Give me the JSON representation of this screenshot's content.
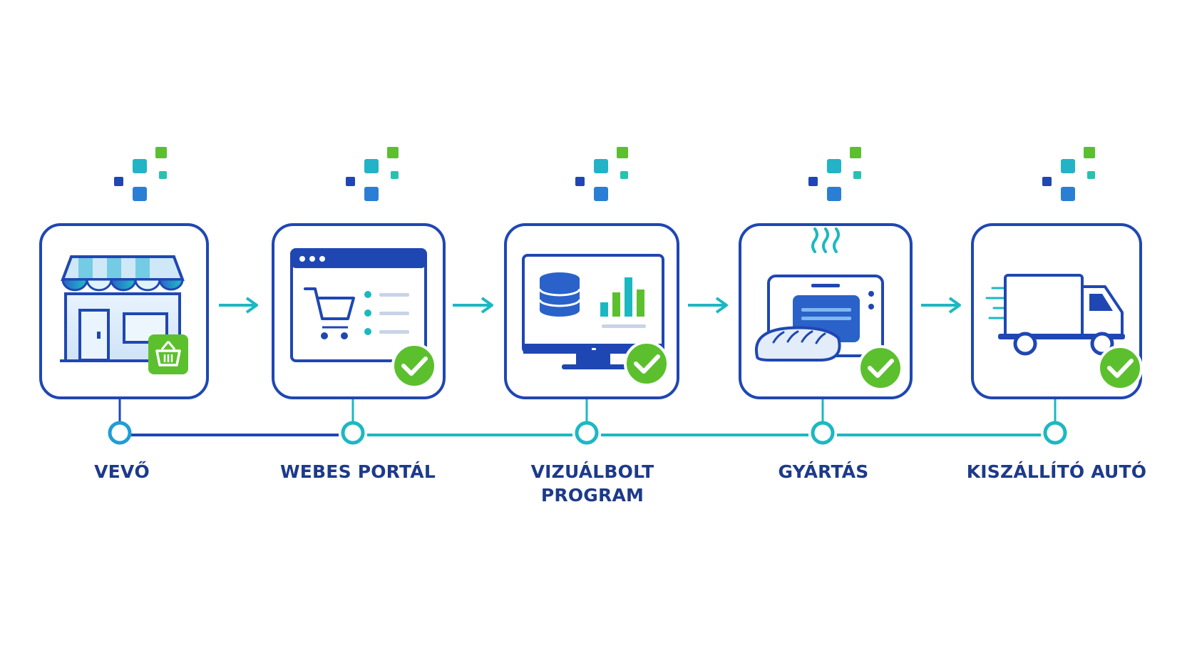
{
  "colors": {
    "primary_blue": "#1f47b3",
    "dark_blue": "#1d3a8a",
    "teal": "#1cb8c2",
    "green": "#5cc02e",
    "light_blue": "#cfe3f8"
  },
  "steps": [
    {
      "id": "vevo",
      "label_lines": [
        "VEVŐ"
      ],
      "icon": "storefront-icon",
      "badge": "basket-icon"
    },
    {
      "id": "webes-portal",
      "label_lines": [
        "WEBES PORTÁL"
      ],
      "icon": "web-cart-icon",
      "badge": "check-icon"
    },
    {
      "id": "vizualbolt",
      "label_lines": [
        "VIZUÁLBOLT",
        "PROGRAM"
      ],
      "icon": "monitor-database-icon",
      "badge": "check-icon"
    },
    {
      "id": "gyartas",
      "label_lines": [
        "GYÁRTÁS"
      ],
      "icon": "oven-bread-icon",
      "badge": "check-icon"
    },
    {
      "id": "kiszallito",
      "label_lines": [
        "KISZÁLLÍTÓ AUTÓ"
      ],
      "icon": "delivery-truck-icon",
      "badge": "check-icon"
    }
  ]
}
